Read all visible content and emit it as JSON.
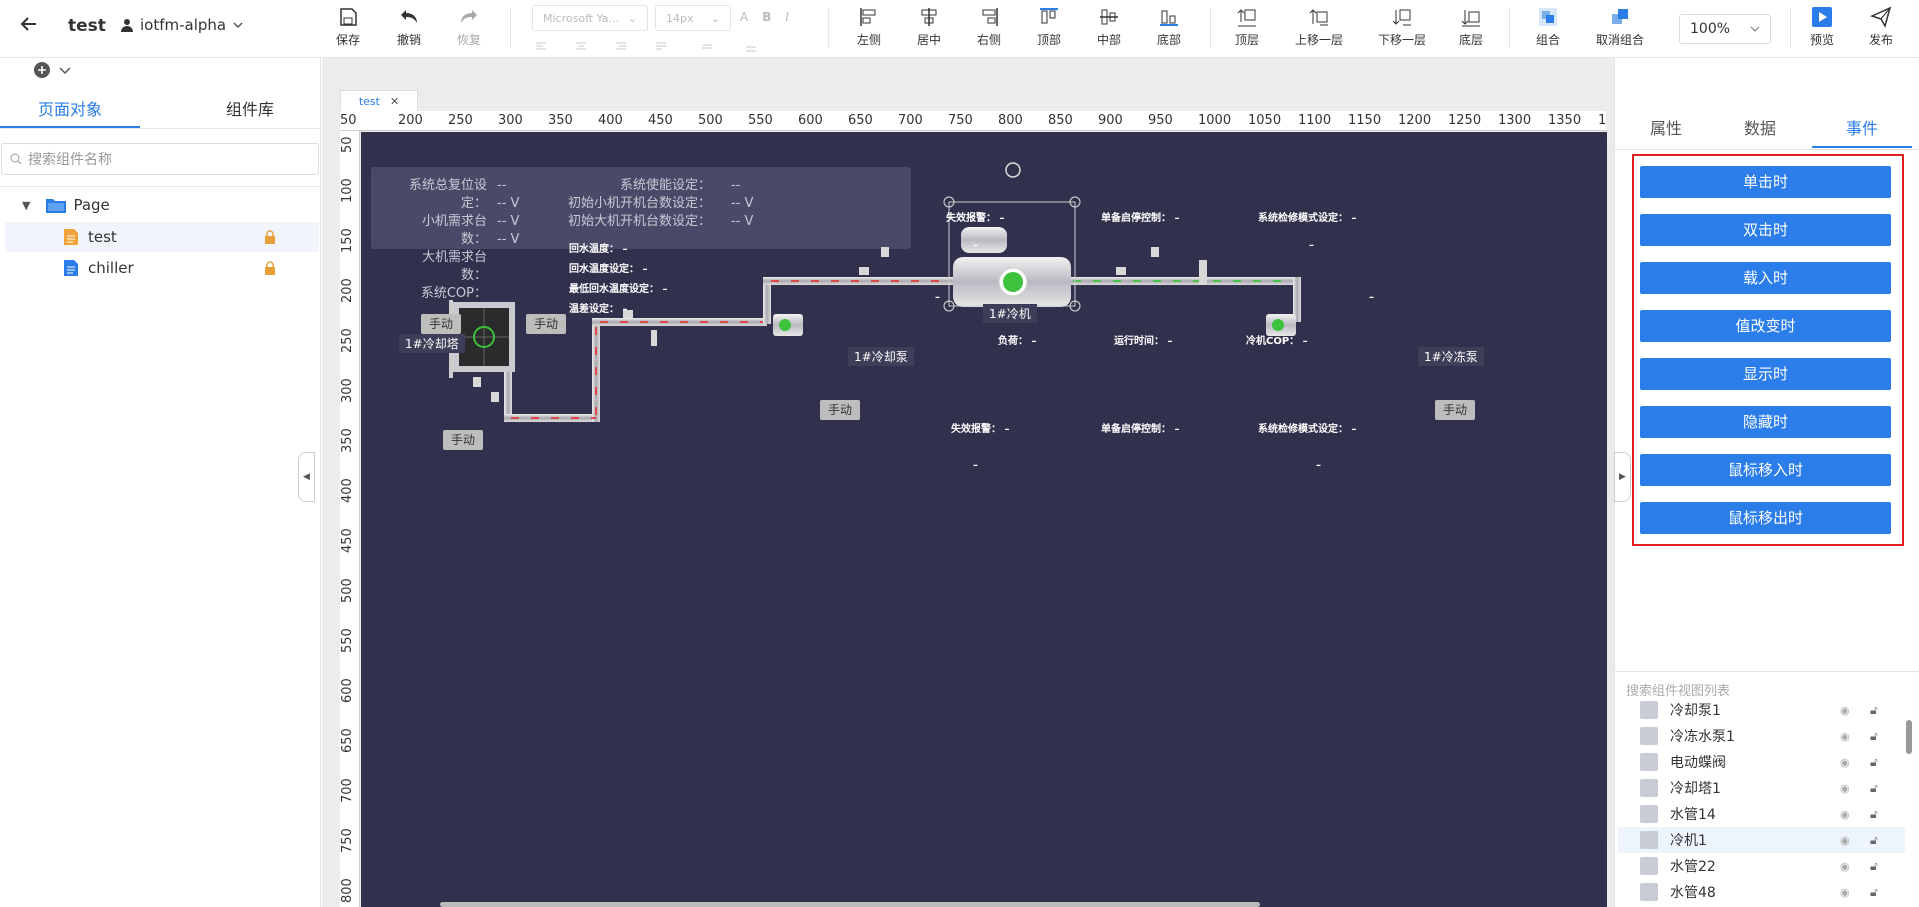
{
  "header": {
    "back_icon": "arrow-left-icon",
    "page_title": "test",
    "project": "iotfm-alpha",
    "toolbar": [
      {
        "name": "save",
        "label": "保存",
        "icon": "save-icon"
      },
      {
        "name": "undo",
        "label": "撤销",
        "icon": "undo-icon"
      },
      {
        "name": "redo",
        "label": "恢复",
        "icon": "redo-icon"
      },
      {
        "name": "align-left",
        "label": "左侧",
        "icon": "align-left-icon"
      },
      {
        "name": "align-center",
        "label": "居中",
        "icon": "align-center-icon"
      },
      {
        "name": "align-right",
        "label": "右侧",
        "icon": "align-right-icon"
      },
      {
        "name": "align-top",
        "label": "顶部",
        "icon": "align-top-icon"
      },
      {
        "name": "align-middle",
        "label": "中部",
        "icon": "align-middle-icon"
      },
      {
        "name": "align-bottom",
        "label": "底部",
        "icon": "align-bottom-icon"
      },
      {
        "name": "bring-front",
        "label": "顶层",
        "icon": "bring-front-icon"
      },
      {
        "name": "bring-forward",
        "label": "上移一层",
        "icon": "bring-forward-icon"
      },
      {
        "name": "send-backward",
        "label": "下移一层",
        "icon": "send-backward-icon"
      },
      {
        "name": "send-back",
        "label": "底层",
        "icon": "send-back-icon"
      },
      {
        "name": "group",
        "label": "组合",
        "icon": "group-icon"
      },
      {
        "name": "ungroup",
        "label": "取消组合",
        "icon": "ungroup-icon"
      },
      {
        "name": "preview",
        "label": "预览",
        "icon": "preview-icon"
      },
      {
        "name": "publish",
        "label": "发布",
        "icon": "publish-icon"
      }
    ],
    "font_family_value": "Microsoft Ya...",
    "font_size_value": "14px",
    "zoom_value": "100%"
  },
  "left_panel": {
    "tabs": [
      "页面对象",
      "组件库"
    ],
    "active_tab": 0,
    "search_placeholder": "搜索组件名称",
    "tree": [
      {
        "label": "Page",
        "level": 0,
        "icon": "folder-icon"
      },
      {
        "label": "test",
        "level": 1,
        "icon": "page-icon",
        "locked": true,
        "selected": true
      },
      {
        "label": "chiller",
        "level": 1,
        "icon": "page-icon",
        "locked": true
      }
    ]
  },
  "canvas": {
    "tab_label": "test",
    "ruler_x": [
      "50",
      "200",
      "250",
      "300",
      "350",
      "400",
      "450",
      "500",
      "550",
      "600",
      "650",
      "700",
      "750",
      "800",
      "850",
      "900",
      "950",
      "1000",
      "1050",
      "1100",
      "1150",
      "1200",
      "1250",
      "1300",
      "1350",
      "1"
    ],
    "ruler_y": [
      "50",
      "100",
      "150",
      "200",
      "250",
      "300",
      "350",
      "400",
      "450",
      "500",
      "550",
      "600",
      "650",
      "700",
      "750",
      "800"
    ],
    "info_panel": [
      {
        "label": "系统总复位设定：",
        "value": "--"
      },
      {
        "label": "系统使能设定：",
        "value": "--"
      },
      {
        "label": "小机需求台数：",
        "value": "-- V"
      },
      {
        "label": "初始小机开机台数设定：",
        "value": "-- V"
      },
      {
        "label": "大机需求台数：",
        "value": "-- V"
      },
      {
        "label": "初始大机开机台数设定：",
        "value": "-- V"
      },
      {
        "label": "系统COP：",
        "value": "-- V"
      }
    ],
    "labels": {
      "return_temp": "回水温度：",
      "return_temp_set": "回水温度设定：",
      "min_return_temp_set": "最低回水温度设定：",
      "temp_diff_set": "温差设定：",
      "fault_alarm": "失效报警：",
      "single_start_stop": "单备启停控制：",
      "system_mode": "系统检修模式设定：",
      "load": "负荷：",
      "run_time": "运行时间：",
      "chiller_cop": "冷机COP：",
      "dash": "--",
      "dash_short": "–"
    },
    "equipment": {
      "cooling_tower": "1#冷却塔",
      "cooling_pump": "1#冷却泵",
      "chiller": "1#冷机",
      "chilled_pump": "1#冷冻泵"
    },
    "manual_label": "手动"
  },
  "right_panel": {
    "tabs": [
      "属性",
      "数据",
      "事件"
    ],
    "active_tab": 2,
    "events": [
      "单击时",
      "双击时",
      "载入时",
      "值改变时",
      "显示时",
      "隐藏时",
      "鼠标移入时",
      "鼠标移出时"
    ],
    "layer_search_placeholder": "搜索组件视图列表",
    "layers": [
      {
        "label": "冷却泵1",
        "icon": "pump-icon"
      },
      {
        "label": "冷冻水泵1",
        "icon": "pump-icon"
      },
      {
        "label": "电动蝶阀",
        "icon": "valve-icon"
      },
      {
        "label": "冷却塔1",
        "icon": "cooling-tower-icon"
      },
      {
        "label": "水管14",
        "icon": "pipe-icon"
      },
      {
        "label": "冷机1",
        "icon": "chiller-icon",
        "selected": true
      },
      {
        "label": "水管22",
        "icon": "pipe-icon"
      },
      {
        "label": "水管48",
        "icon": "pipe-icon"
      }
    ]
  },
  "colors": {
    "accent": "#2b7de9",
    "stage_bg": "#31314d",
    "highlight_border": "#e02020"
  }
}
